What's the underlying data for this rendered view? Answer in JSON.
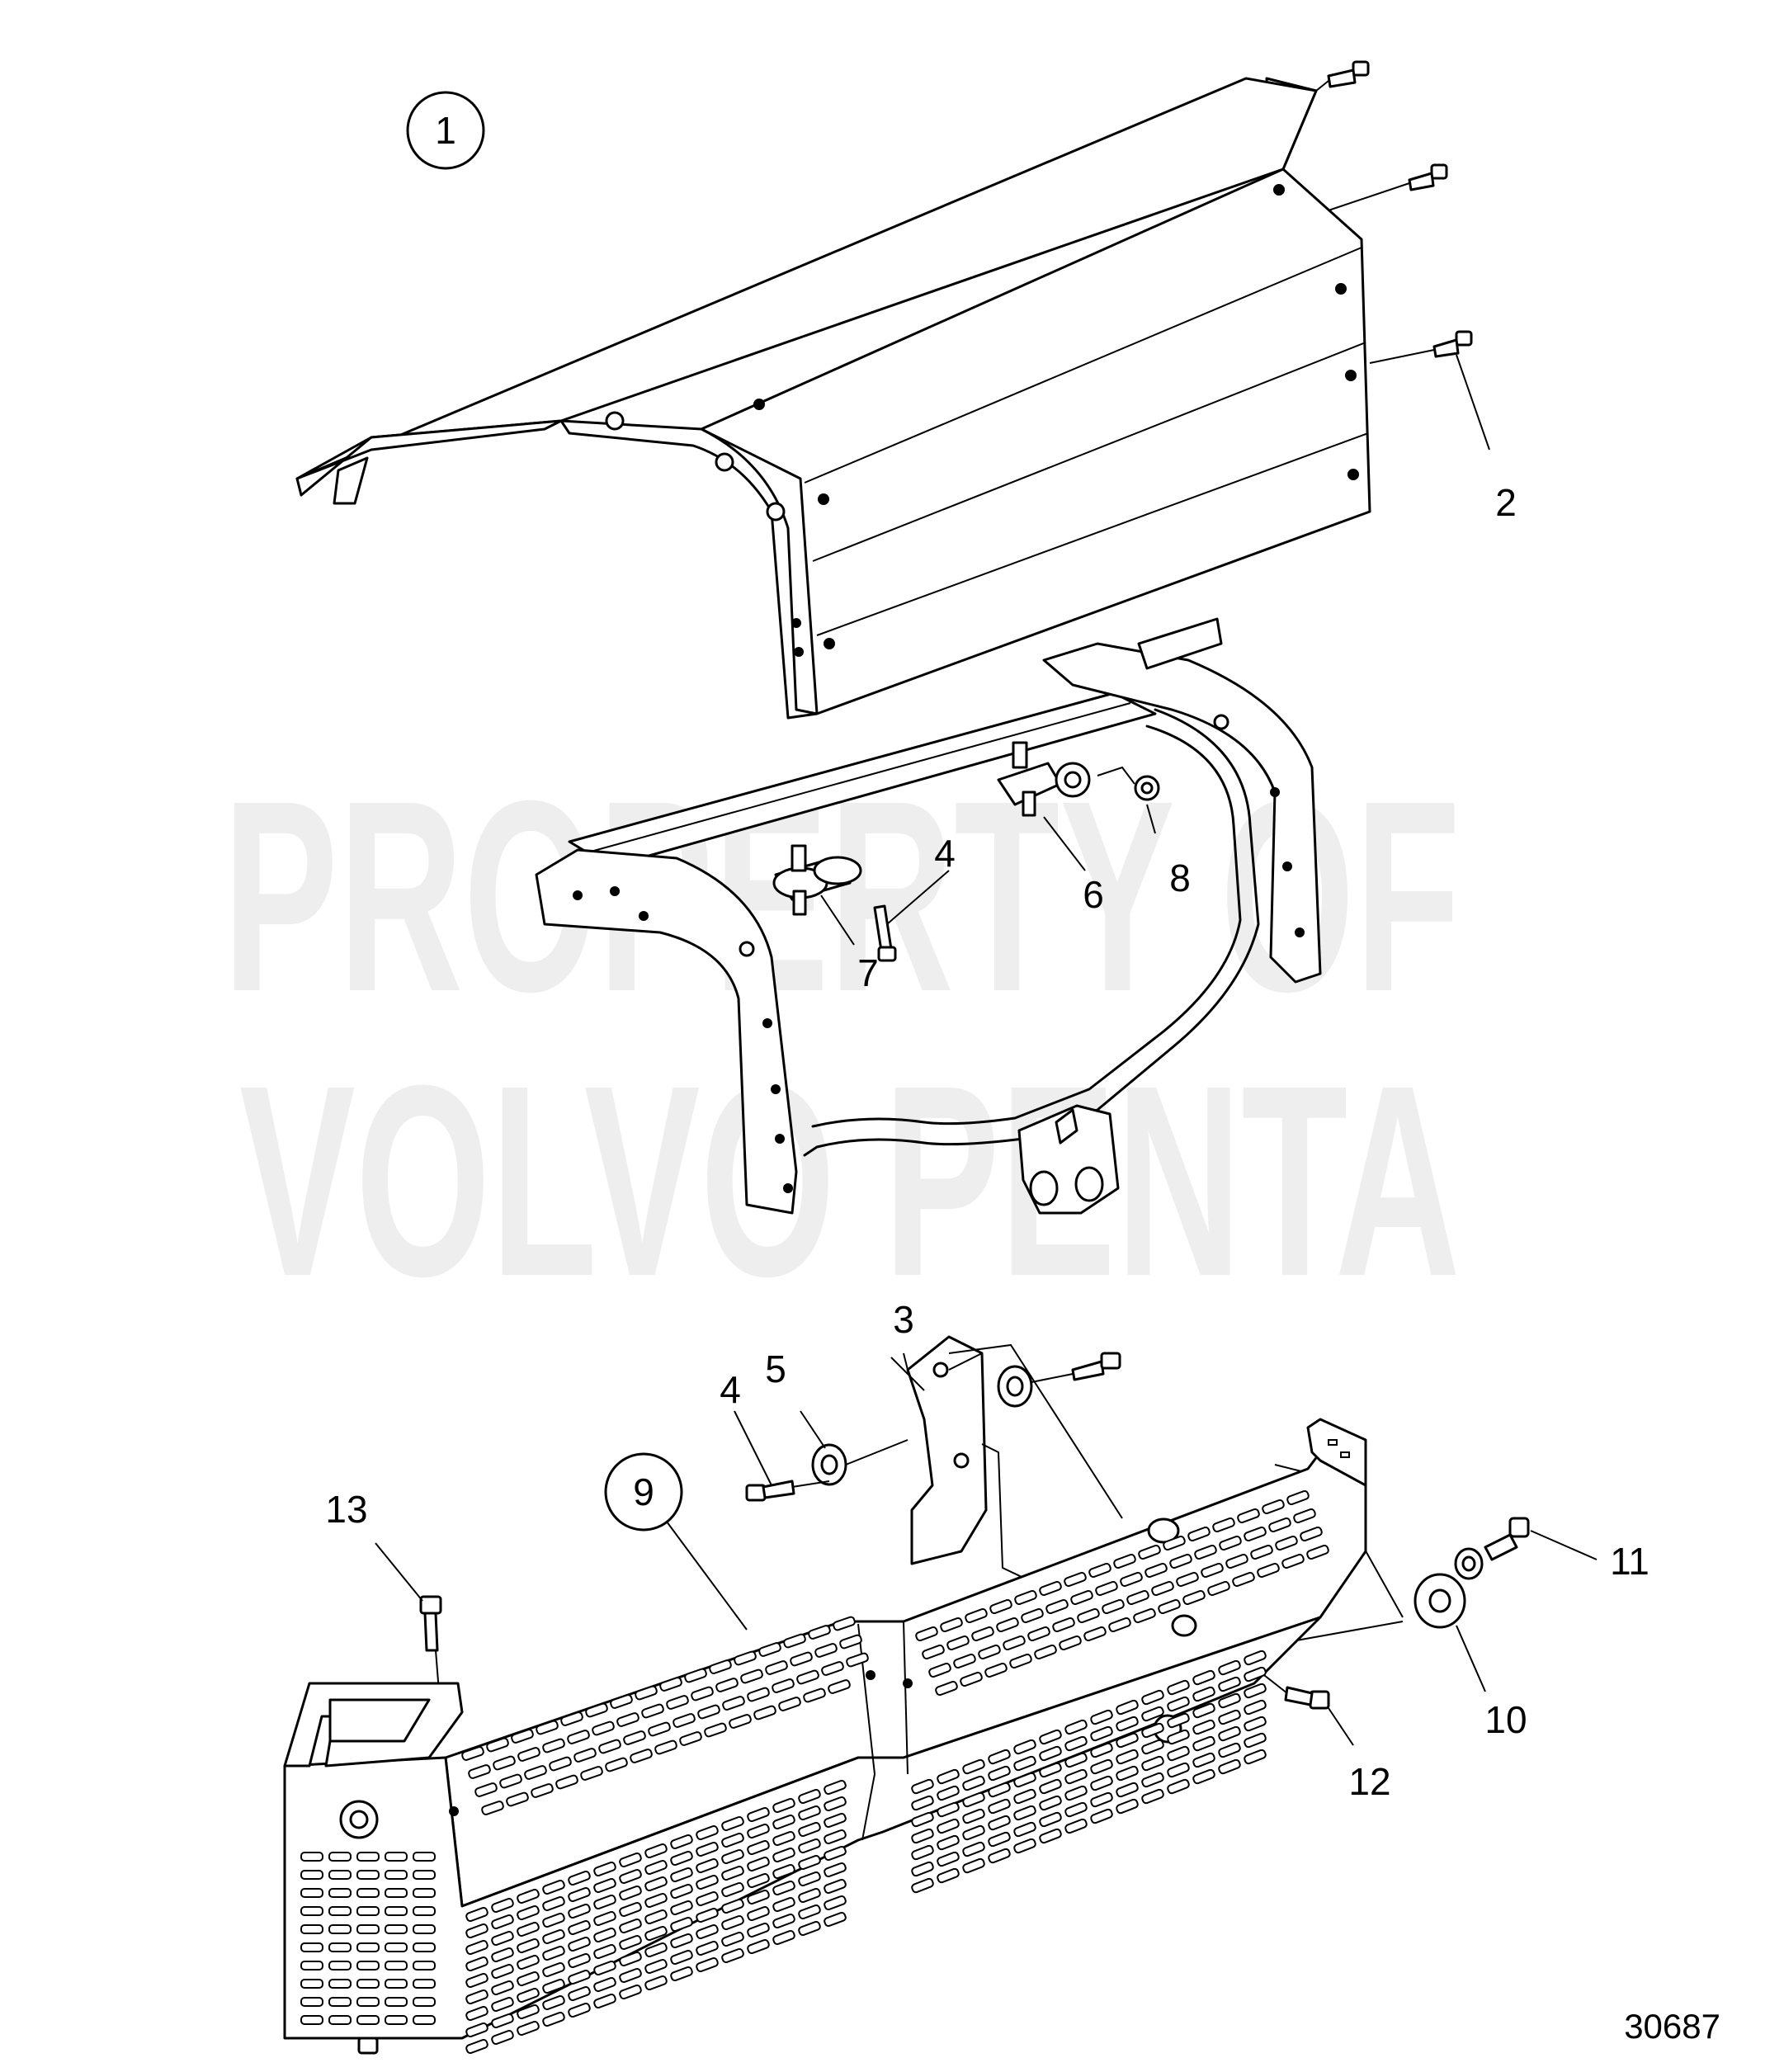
{
  "watermark": {
    "line1": "PROPERTY OF",
    "line2": "VOLVO PENTA"
  },
  "drawing_number": "30687",
  "callouts": [
    {
      "id": "c1",
      "label": "1",
      "circled": true
    },
    {
      "id": "c2",
      "label": "2",
      "circled": false
    },
    {
      "id": "c3",
      "label": "3",
      "circled": false
    },
    {
      "id": "c4a",
      "label": "4",
      "circled": false
    },
    {
      "id": "c4b",
      "label": "4",
      "circled": false
    },
    {
      "id": "c5",
      "label": "5",
      "circled": false
    },
    {
      "id": "c6",
      "label": "6",
      "circled": false
    },
    {
      "id": "c7",
      "label": "7",
      "circled": false
    },
    {
      "id": "c8",
      "label": "8",
      "circled": false
    },
    {
      "id": "c9",
      "label": "9",
      "circled": true
    },
    {
      "id": "c10",
      "label": "10",
      "circled": false
    },
    {
      "id": "c11",
      "label": "11",
      "circled": false
    },
    {
      "id": "c12",
      "label": "12",
      "circled": false
    },
    {
      "id": "c13",
      "label": "13",
      "circled": false
    }
  ]
}
